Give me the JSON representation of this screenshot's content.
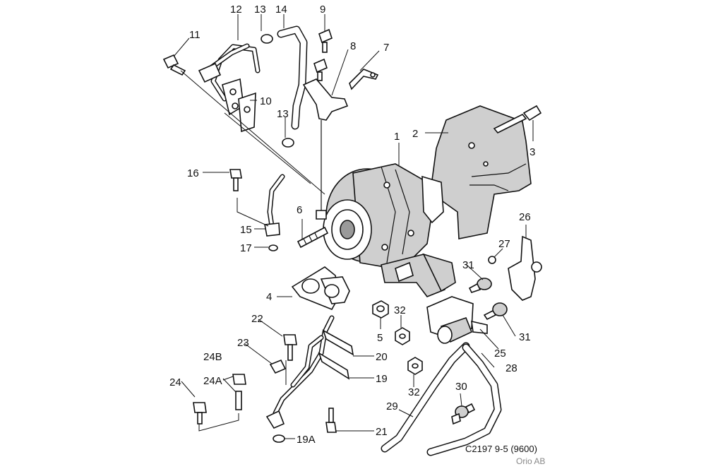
{
  "callouts": {
    "c1": "1",
    "c2": "2",
    "c3": "3",
    "c4": "4",
    "c5": "5",
    "c6": "6",
    "c7": "7",
    "c8": "8",
    "c9": "9",
    "c10": "10",
    "c11": "11",
    "c12": "12",
    "c13a": "13",
    "c13b": "13",
    "c14": "14",
    "c15": "15",
    "c16": "16",
    "c17": "17",
    "c19": "19",
    "c19a": "19A",
    "c20": "20",
    "c21": "21",
    "c22": "22",
    "c23": "23",
    "c24": "24",
    "c24a": "24A",
    "c24b": "24B",
    "c25": "25",
    "c26": "26",
    "c27": "27",
    "c28": "28",
    "c29": "29",
    "c30": "30",
    "c31a": "31",
    "c31b": "31",
    "c32a": "32",
    "c32b": "32"
  },
  "footer": {
    "code": "C2197 9-5 (9600)",
    "brand": "Orio AB"
  }
}
